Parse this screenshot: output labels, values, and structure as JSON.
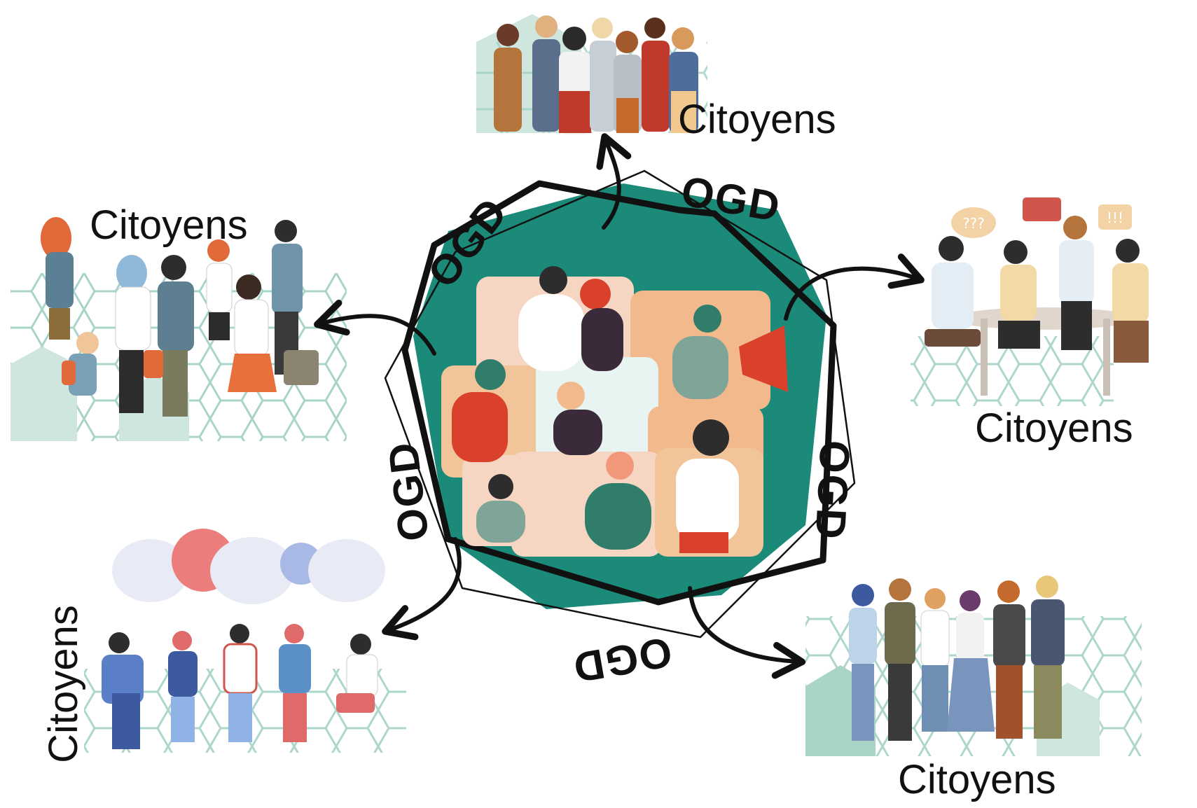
{
  "hub": {
    "label": "OGD",
    "labels_count": 5
  },
  "groups": [
    {
      "id": "top",
      "label": "Citoyens"
    },
    {
      "id": "left",
      "label": "Citoyens"
    },
    {
      "id": "right",
      "label": "Citoyens"
    },
    {
      "id": "bottom-left",
      "label": "Citoyens"
    },
    {
      "id": "bottom-right",
      "label": "Citoyens"
    }
  ],
  "colors": {
    "hub_fill": "#1b8a78",
    "hex_pattern": "#9fcfc4",
    "outline": "#111111",
    "panel_peach": "#f6d6c2",
    "panel_orange": "#f2b98c",
    "accent_red": "#d9412b"
  }
}
